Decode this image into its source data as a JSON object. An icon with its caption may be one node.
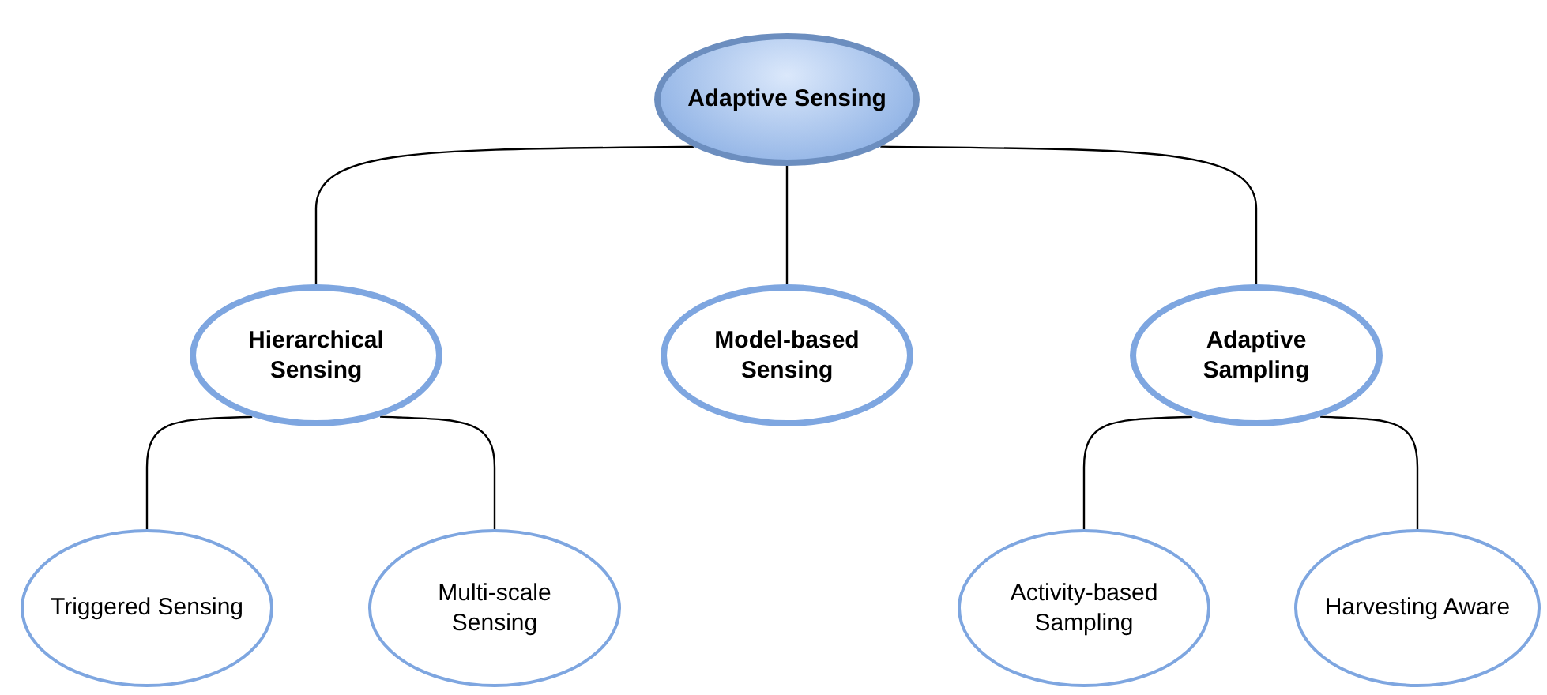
{
  "diagram": {
    "nodes": [
      {
        "text": [
          "Adaptive Sensing"
        ]
      },
      {
        "text": [
          "Hierarchical Sensing"
        ]
      },
      {
        "text": [
          "Model-based Sensing"
        ]
      },
      {
        "text": [
          "Adaptive Sampling"
        ]
      },
      {
        "text": [
          "Triggered Sensing"
        ]
      },
      {
        "text": [
          "Multi-scale Sensing"
        ]
      },
      {
        "text": [
          "Activity-based Sampling"
        ]
      },
      {
        "text": [
          "Harvesting Aware"
        ]
      }
    ],
    "edges": [
      {
        "from": 0,
        "to": 1,
        "arrow": "none"
      },
      {
        "from": 0,
        "to": 2,
        "arrow": "none"
      },
      {
        "from": 0,
        "to": 3,
        "arrow": "none"
      },
      {
        "from": 1,
        "to": 4,
        "arrow": "none"
      },
      {
        "from": 1,
        "to": 5,
        "arrow": "none"
      },
      {
        "from": 3,
        "to": 6,
        "arrow": "none"
      },
      {
        "from": 3,
        "to": 7,
        "arrow": "none"
      }
    ]
  }
}
